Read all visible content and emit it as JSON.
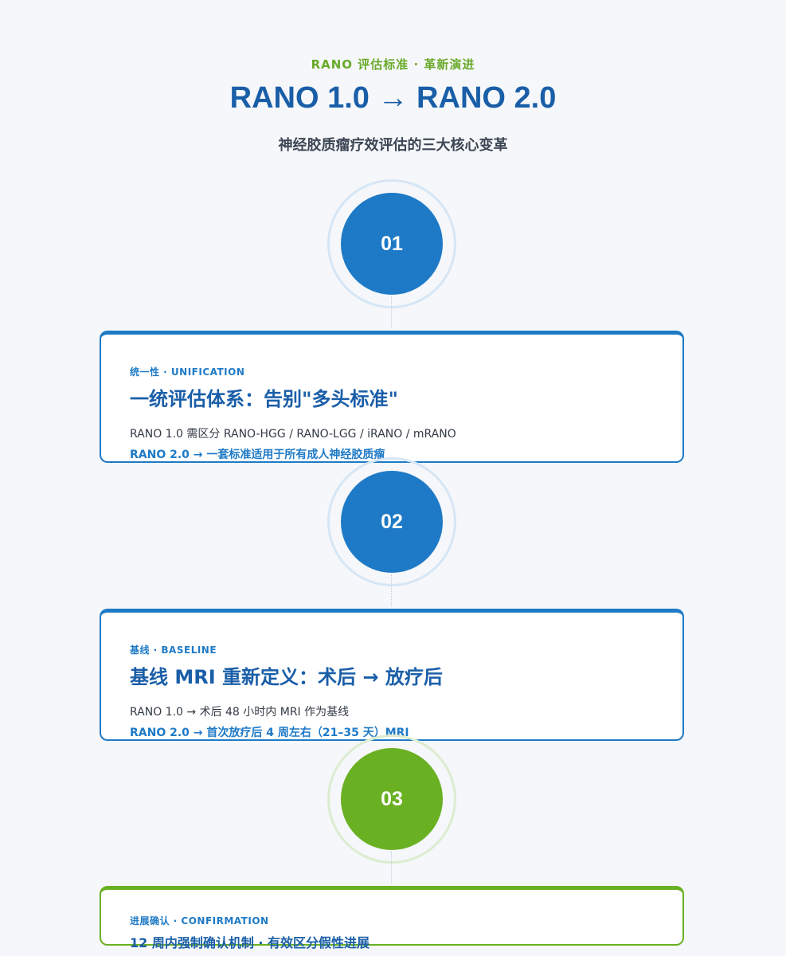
{
  "header": {
    "eyebrow": "RANO 评估标准 · 革新演进",
    "title": "RANO 1.0 → RANO 2.0",
    "subtitle": "神经胶质瘤疗效评估的三大核心变革"
  },
  "colors": {
    "blue": "#1e7ac6",
    "green": "#6ab023",
    "title_blue": "#1a5ea8"
  },
  "steps": [
    {
      "number": "01",
      "tag": "统一性 · UNIFICATION",
      "title": "一统评估体系：告别\"多头标准\"",
      "line1": "RANO 1.0 需区分 RANO-HGG / RANO-LGG / iRANO / mRANO",
      "line2": "RANO 2.0 → 一套标准适用于所有成人神经胶质瘤"
    },
    {
      "number": "02",
      "tag": "基线 · BASELINE",
      "title": "基线 MRI 重新定义：术后 → 放疗后",
      "line1": "RANO 1.0 → 术后 48 小时内 MRI 作为基线",
      "line2": "RANO 2.0 → 首次放疗后 4 周左右（21–35 天）MRI"
    },
    {
      "number": "03",
      "tag": "进展确认 · CONFIRMATION",
      "title": "12 周内强制确认机制 · 有效区分假性进展"
    }
  ]
}
